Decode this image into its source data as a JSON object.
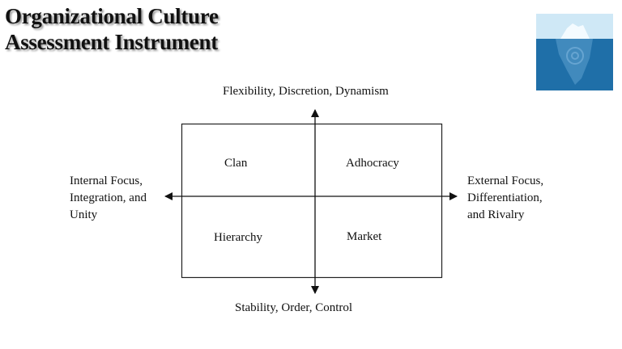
{
  "title": {
    "line1": "Organizational Culture",
    "line2": "Assessment Instrument"
  },
  "image": {
    "icon": "iceberg-icon"
  },
  "axes": {
    "top": "Flexibility, Discretion, Dynamism",
    "bottom": "Stability, Order, Control",
    "left": [
      "Internal Focus,",
      "Integration, and",
      "Unity"
    ],
    "right": [
      "External Focus,",
      "Differentiation,",
      "and Rivalry"
    ]
  },
  "quadrants": {
    "top_left": "Clan",
    "top_right": "Adhocracy",
    "bottom_left": "Hierarchy",
    "bottom_right": "Market"
  }
}
